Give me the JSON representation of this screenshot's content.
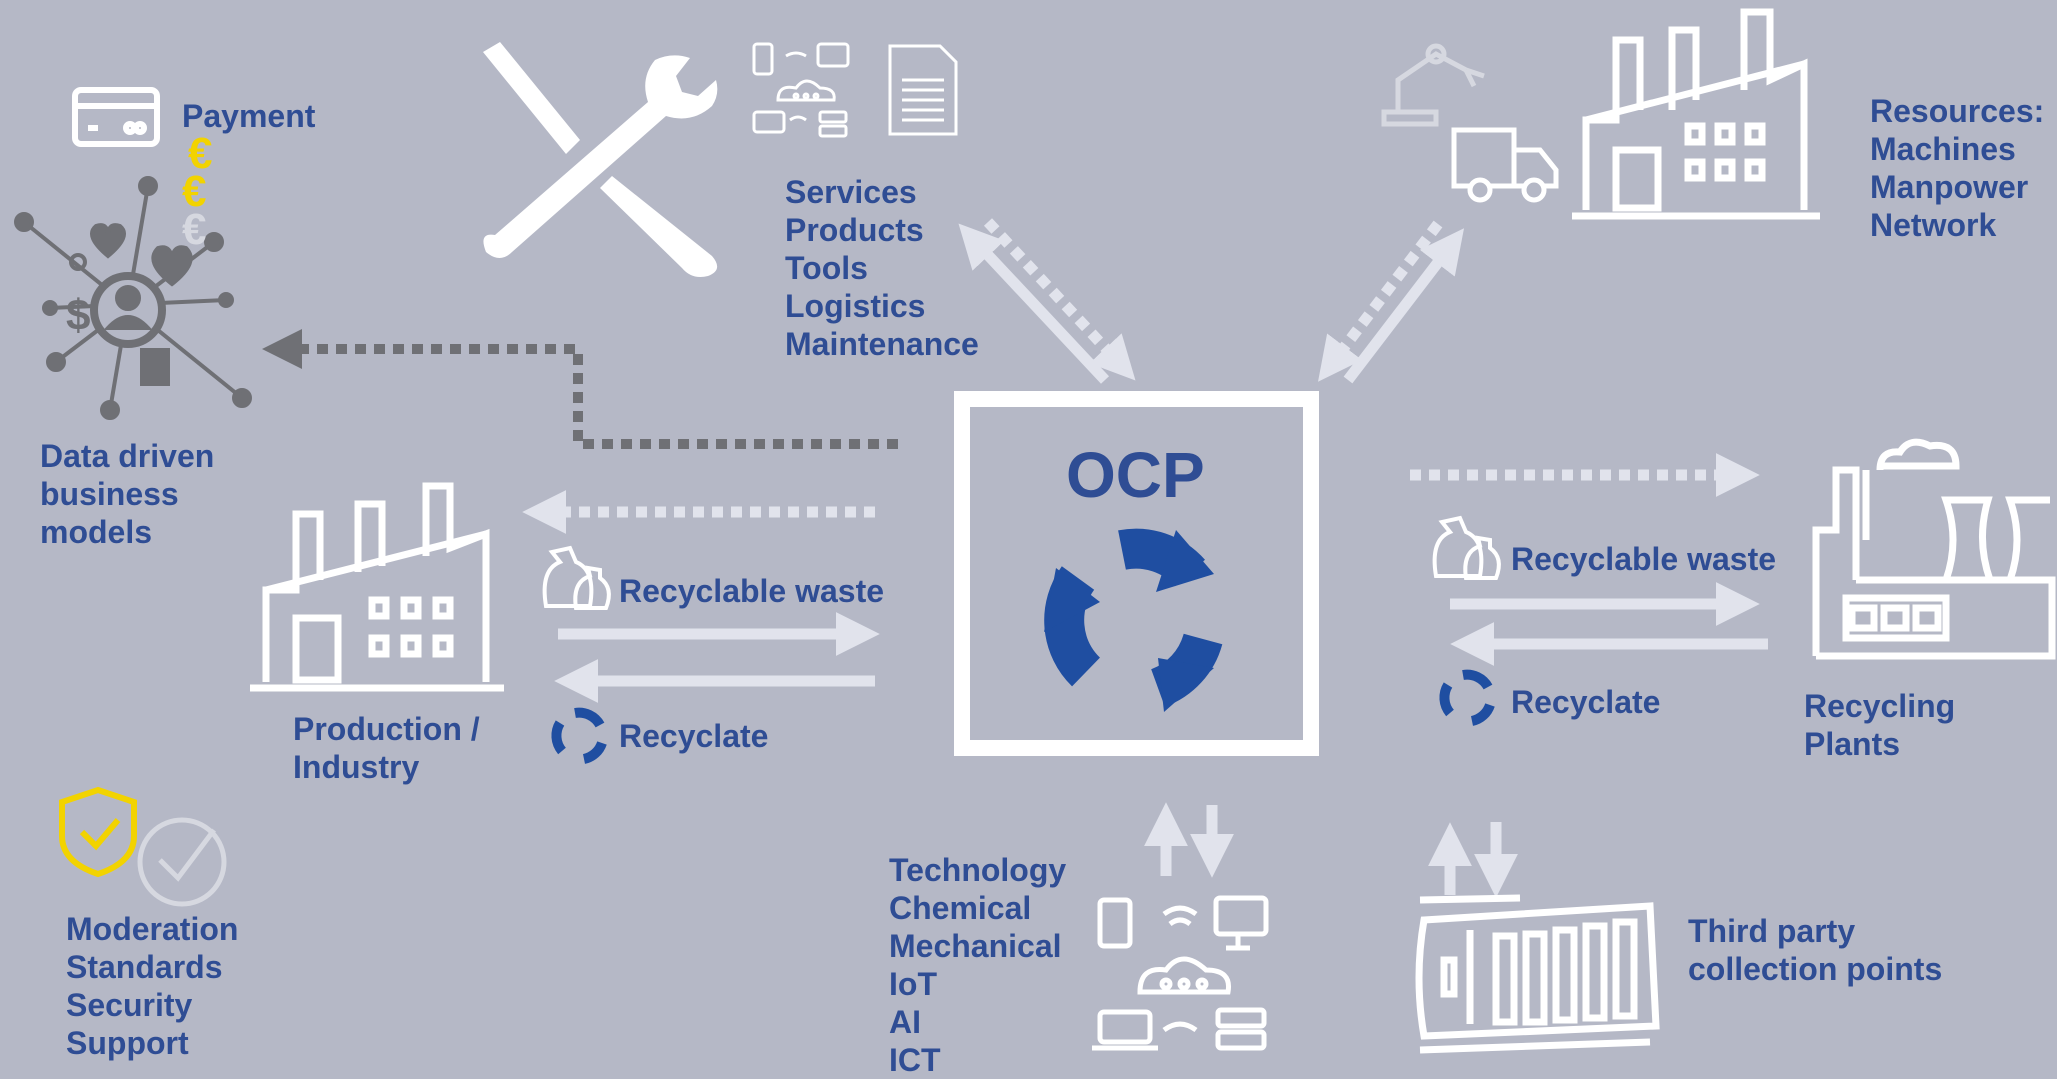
{
  "center": {
    "title": "OCP"
  },
  "payment": {
    "label": "Payment",
    "euro": "€"
  },
  "data_driven": {
    "lines": [
      "Data driven",
      "business",
      "models"
    ]
  },
  "services": {
    "lines": [
      "Services",
      "Products",
      "Tools",
      "Logistics",
      "Maintenance"
    ]
  },
  "resources": {
    "lines": [
      "Resources:",
      "Machines",
      "Manpower",
      "Network"
    ]
  },
  "production": {
    "lines": [
      "Production /",
      "Industry"
    ]
  },
  "recycling_plants": {
    "lines": [
      "Recycling",
      "Plants"
    ]
  },
  "left_flow": {
    "waste": "Recyclable waste",
    "recyclate": "Recyclate"
  },
  "right_flow": {
    "waste": "Recyclable waste",
    "recyclate": "Recyclate"
  },
  "technology": {
    "lines": [
      "Technology",
      "Chemical",
      "Mechanical",
      "IoT",
      "AI",
      "ICT"
    ]
  },
  "third_party": {
    "lines": [
      "Third party",
      "collection points"
    ]
  },
  "moderation": {
    "lines": [
      "Moderation",
      "Standards",
      "Security",
      "Support"
    ]
  },
  "colors": {
    "background": "#b5b8c6",
    "text": "#2f4d94",
    "arrow_light": "#e1e3ec",
    "arrow_dark": "#6f7075",
    "icon": "#ffffff",
    "gold": "#f2d300",
    "cycle": "#1f4ea1"
  }
}
